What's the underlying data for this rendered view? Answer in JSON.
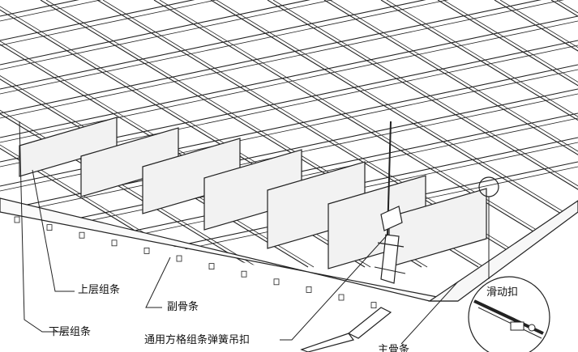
{
  "labels": {
    "upper_layer_strip": "上层组条",
    "secondary_keel": "副骨条",
    "lower_layer_strip": "下层组条",
    "spring_hanger_clip": "通用方格组条弹簧吊扣",
    "sliding_buckle": "滑动扣",
    "main_keel": "主骨条"
  },
  "colors": {
    "line": "#222222",
    "panel_face": "#f2f2f2",
    "background": "#ffffff"
  }
}
